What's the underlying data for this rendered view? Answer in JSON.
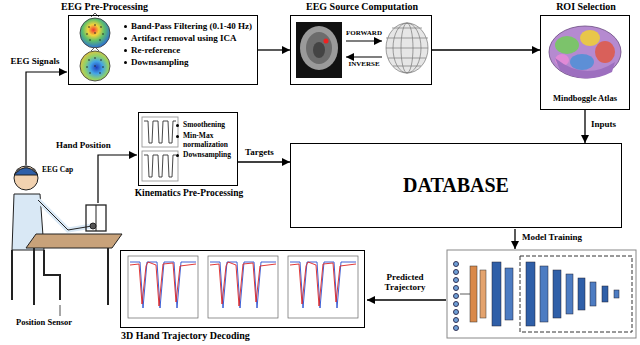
{
  "diagram": {
    "nodes": [
      {
        "text": [
          "EEG Pre-Processing",
          "Band-Pass Filtering (0.1-40 Hz)",
          "Artifact removal using ICA",
          "Re-reference",
          "Downsampling"
        ]
      },
      {
        "text": [
          "EEG Source Computation"
        ]
      },
      {
        "text": [
          "ROI Selection",
          "Mindboggle Atlas"
        ]
      },
      {
        "text": [
          "Kinematics Pre-Processing",
          "Smoothening",
          "Min-Max normalization",
          "Downsampling"
        ]
      },
      {
        "text": [
          "DATABASE"
        ]
      },
      {
        "text": [
          "3D Hand Trajectory Decoding"
        ]
      }
    ],
    "edges": [
      {
        "from": 0,
        "to": 1,
        "arrow": "to"
      },
      {
        "from": 1,
        "to": 2,
        "arrow": "to"
      },
      {
        "from": 2,
        "to": 4,
        "arrow": "to",
        "label": "Inputs"
      },
      {
        "from": 3,
        "to": 4,
        "arrow": "to",
        "label": "Targets"
      }
    ],
    "labels": [
      "EEG Signals",
      "EEG Cap",
      "Hand Position",
      "Position Sensor",
      "FORWARD",
      "INVERSE",
      "Model Training",
      "Predicted Trajectory"
    ]
  }
}
